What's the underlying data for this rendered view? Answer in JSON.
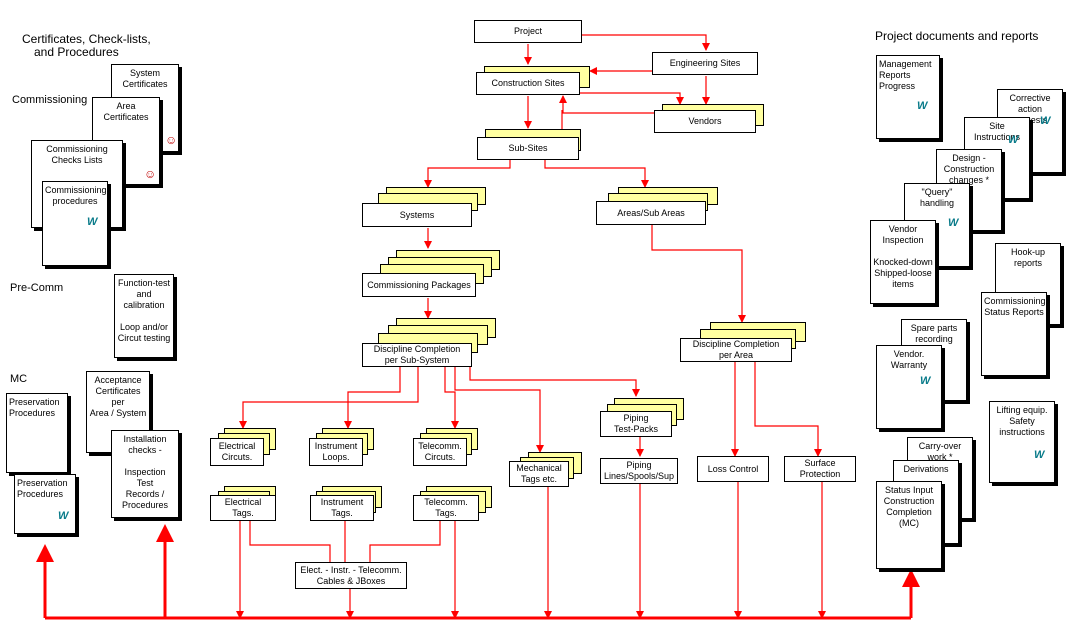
{
  "headings": {
    "left_title_1": "Certificates, Check-lists,",
    "left_title_2": "and Procedures",
    "commissioning": "Commissioning",
    "pre_comm": "Pre-Comm",
    "mc": "MC",
    "right_title": "Project documents and reports"
  },
  "left_docs": {
    "system_certificates": "System\nCertificates",
    "area_certificates": "Area\nCertificates",
    "commissioning_checks_lists": "Commissioning\nChecks Lists",
    "commissioning_procedures": "Commissioning\nprocedures",
    "function_test": "Function-test\nand\ncalibration\n\nLoop and/or\nCircut testing",
    "acceptance_certificates": "Acceptance\nCertificates\nper\nArea / System",
    "installation_checks": "Installation\nchecks -\n\nInspection\nTest\nRecords /\nProcedures",
    "preservation_procedures_1": "Preservation\nProcedures",
    "preservation_procedures_2": "Preservation\nProcedures"
  },
  "flow": {
    "project": "Project",
    "engineering_sites": "Engineering Sites",
    "construction_sites": "Construction Sites",
    "vendors": "Vendors",
    "sub_sites": "Sub-Sites",
    "systems": "Systems",
    "areas_sub_areas": "Areas/Sub Areas",
    "commissioning_packages": "Commissioning Packages",
    "discipline_completion_subsystem_1": "Discipline Completion",
    "discipline_completion_subsystem_2": "per Sub-System",
    "discipline_completion_area_1": "Discipline Completion",
    "discipline_completion_area_2": "per Area",
    "electrical_circuits_1": "Electrical",
    "electrical_circuits_2": "Circuts.",
    "instrument_loops_1": "Instrument",
    "instrument_loops_2": "Loops.",
    "telecomm_circuits_1": "Telecomm.",
    "telecomm_circuits_2": "Circuts.",
    "mechanical_tags_1": "Mechanical",
    "mechanical_tags_2": "Tags etc.",
    "piping_test_packs_1": "Piping",
    "piping_test_packs_2": "Test-Packs",
    "piping_lines_1": "Piping",
    "piping_lines_2": "Lines/Spools/Sup",
    "loss_control": "Loss Control",
    "surface_protection_1": "Surface",
    "surface_protection_2": "Protection",
    "electrical_tags_1": "Electrical",
    "electrical_tags_2": "Tags.",
    "instrument_tags_1": "Instrument",
    "instrument_tags_2": "Tags.",
    "telecomm_tags_1": "Telecomm.",
    "telecomm_tags_2": "Tags.",
    "cables_1": "Elect. - Instr. - Telecomm.",
    "cables_2": "Cables & JBoxes"
  },
  "right_docs": {
    "management_reports": "Management\nReports\nProgress",
    "corrective_action": "Corrective\naction requests",
    "site_instructions": "Site Instructions",
    "design_construction": "Design -\nConstruction\nchanges *",
    "query_handling": "\"Query\"\nhandling",
    "vendor_inspection": "Vendor\nInspection\n\nKnocked-down\nShipped-loose\nitems",
    "hookup_reports": "Hook-up\nreports",
    "commissioning_status": "Commissioning\nStatus Reports",
    "spare_parts": "Spare parts\nrecording",
    "vendor_warranty": "Vendor.\nWarranty",
    "lifting_equip": "Lifting equip.\nSafety\ninstructions",
    "carry_over": "Carry-over\nwork *",
    "derivations": "Derivations",
    "status_input": "Status Input\nConstruction\nCompletion\n(MC)"
  },
  "icons": {
    "logo": "W",
    "person": "☺"
  },
  "colors": {
    "arrow": "#ff0000",
    "stack": "#ffffa0",
    "logo": "#0a7b8a"
  }
}
